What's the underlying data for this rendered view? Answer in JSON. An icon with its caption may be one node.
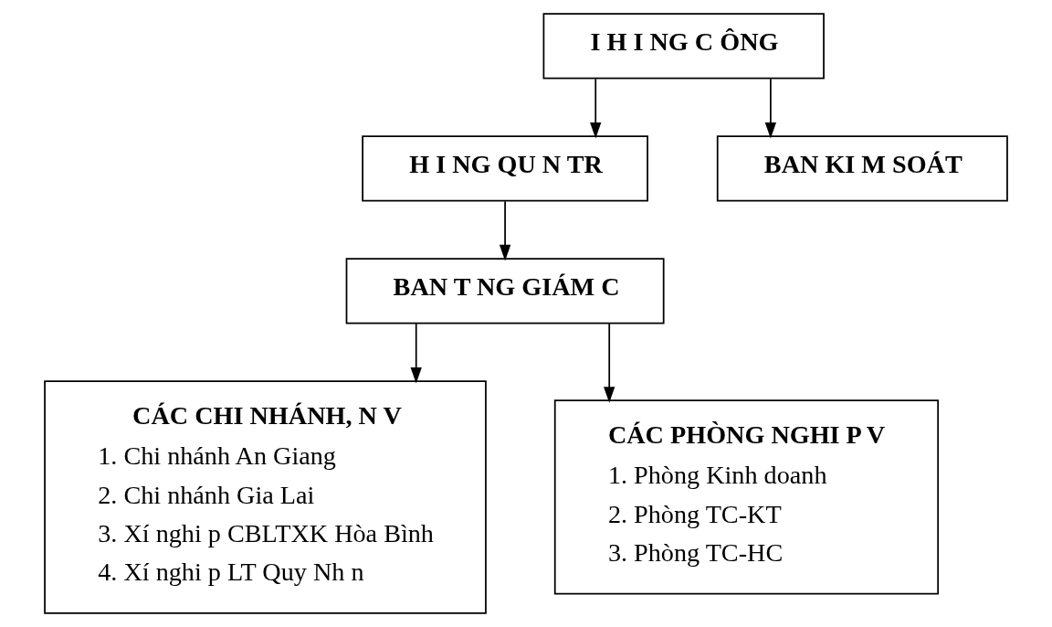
{
  "diagram": {
    "nodes": [
      {
        "text": [
          "I H I NG C ÔNG"
        ]
      },
      {
        "text": [
          "H I NG QU N TR"
        ]
      },
      {
        "text": [
          "BAN KI M SOÁT"
        ]
      },
      {
        "text": [
          "BAN T NG GIÁM C"
        ]
      },
      {
        "text": [
          "CÁC CHI NHÁNH, N V",
          "1. Chi nhánh An Giang",
          "2. Chi nhánh Gia Lai",
          "3. Xí nghi p CBLTXK Hòa Bình",
          "4. Xí nghi p LT Quy Nh n"
        ]
      },
      {
        "text": [
          "CÁC PHÒNG NGHI P V",
          "1. Phòng Kinh doanh",
          "2. Phòng TC-KT",
          "3. Phòng TC-HC"
        ]
      }
    ],
    "edges": [
      {
        "from": 0,
        "to": 1,
        "arrow": "to"
      },
      {
        "from": 0,
        "to": 2,
        "arrow": "to"
      },
      {
        "from": 1,
        "to": 3,
        "arrow": "to"
      },
      {
        "from": 3,
        "to": 4,
        "arrow": "to"
      },
      {
        "from": 3,
        "to": 5,
        "arrow": "to"
      }
    ]
  }
}
